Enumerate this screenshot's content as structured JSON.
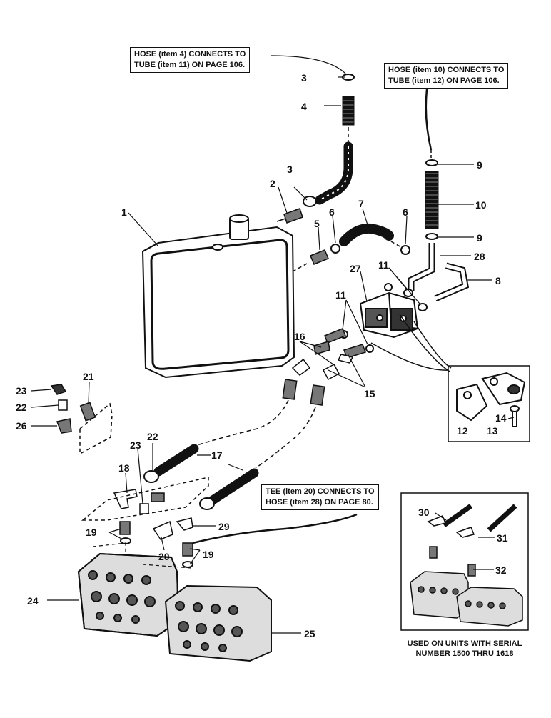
{
  "notes": {
    "hose4": [
      "HOSE (item 4) CONNECTS TO",
      "TUBE (item 11) ON PAGE 106."
    ],
    "hose10": [
      "HOSE (item 10) CONNECTS TO",
      "TUBE (item 12) ON PAGE 106."
    ],
    "tee20": [
      "TEE (item 20) CONNECTS TO",
      "HOSE (item 28) ON PAGE 80."
    ]
  },
  "inset_caption": [
    "USED ON UNITS WITH SERIAL",
    "NUMBER 1500 THRU 1618"
  ],
  "callouts": {
    "n1": "1",
    "n2": "2",
    "n3a": "3",
    "n3b": "3",
    "n4": "4",
    "n5": "5",
    "n6a": "6",
    "n6b": "6",
    "n7": "7",
    "n8": "8",
    "n9a": "9",
    "n9b": "9",
    "n10": "10",
    "n11a": "11",
    "n11b": "11",
    "n12": "12",
    "n13": "13",
    "n14": "14",
    "n15": "15",
    "n16": "16",
    "n17": "17",
    "n18": "18",
    "n19a": "19",
    "n19b": "19",
    "n20": "20",
    "n21": "21",
    "n22a": "22",
    "n22b": "22",
    "n23a": "23",
    "n23b": "23",
    "n24": "24",
    "n25": "25",
    "n26": "26",
    "n27": "27",
    "n28": "28",
    "n29": "29",
    "n30": "30",
    "n31": "31",
    "n32": "32"
  }
}
